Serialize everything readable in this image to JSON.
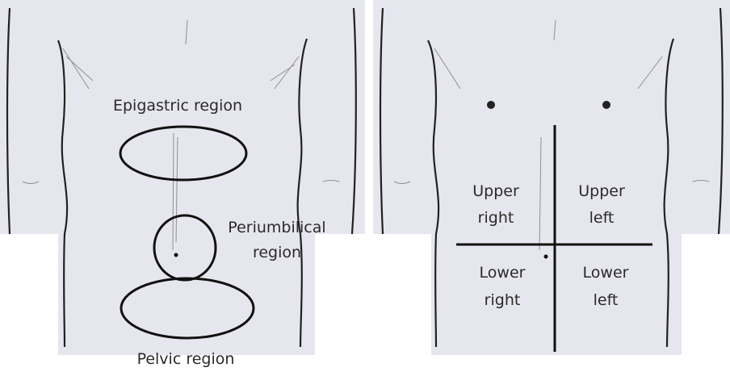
{
  "left_panel": {
    "labels": {
      "epigastric": "Epigastric region",
      "periumbilical_1": "Periumbilical",
      "periumbilical_2": "region",
      "pelvic": "Pelvic region"
    }
  },
  "right_panel": {
    "quadrants": {
      "upper_right": [
        "Upper",
        "right"
      ],
      "upper_left": [
        "Upper",
        "left"
      ],
      "lower_right": [
        "Lower",
        "right"
      ],
      "lower_left": [
        "Lower",
        "left"
      ]
    }
  },
  "colors": {
    "skin": "#e6e6ef",
    "outline": "#1a1a1a"
  }
}
